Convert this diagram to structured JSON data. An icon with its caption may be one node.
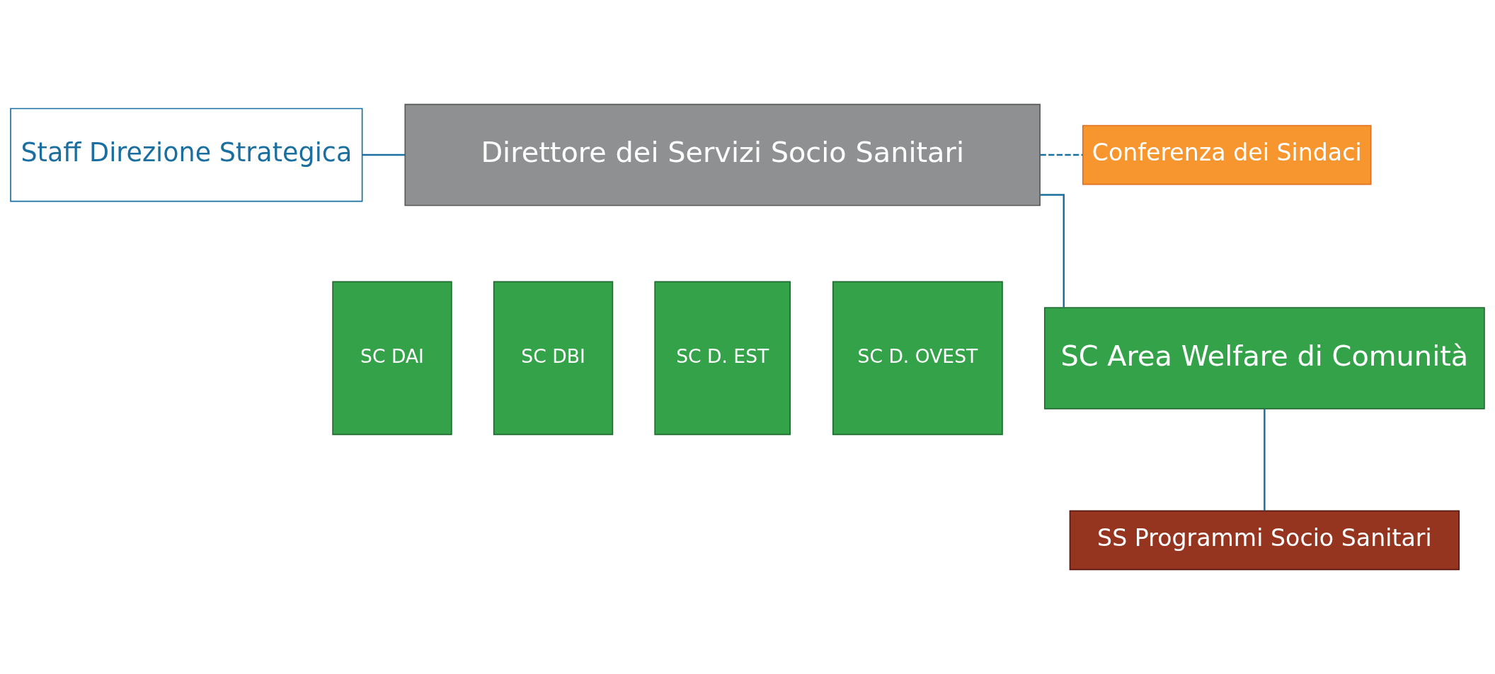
{
  "diagram": {
    "nodes": [
      {
        "text": [
          "Staff Direzione Strategica"
        ]
      },
      {
        "text": [
          "Direttore dei Servizi Socio Sanitari"
        ]
      },
      {
        "text": [
          "SC DAI"
        ]
      },
      {
        "text": [
          "SC DBI"
        ]
      },
      {
        "text": [
          "SC D. EST"
        ]
      },
      {
        "text": [
          "SC D. OVEST"
        ]
      },
      {
        "text": [
          "Conferenza dei Sindaci"
        ]
      },
      {
        "text": [
          "SC Area Welfare di Comunità"
        ]
      },
      {
        "text": [
          "SS Programmi Socio Sanitari"
        ]
      }
    ],
    "edges": [
      {
        "from": 0,
        "to": 1,
        "arrow": "none"
      },
      {
        "from": 1,
        "to": 6,
        "arrow": "none",
        "style": "dashed"
      },
      {
        "from": 1,
        "to": 7,
        "arrow": "none"
      },
      {
        "from": 7,
        "to": 8,
        "arrow": "none"
      }
    ]
  }
}
